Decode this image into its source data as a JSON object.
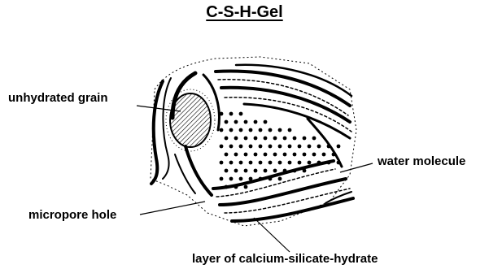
{
  "diagram": {
    "title": "C-S-H-Gel",
    "labels": {
      "unhydrated_grain": "unhydrated grain",
      "water_molecule": "water molecule",
      "micropore_hole": "micropore hole",
      "csh_layer": "layer of calcium-silicate-hydrate"
    }
  }
}
